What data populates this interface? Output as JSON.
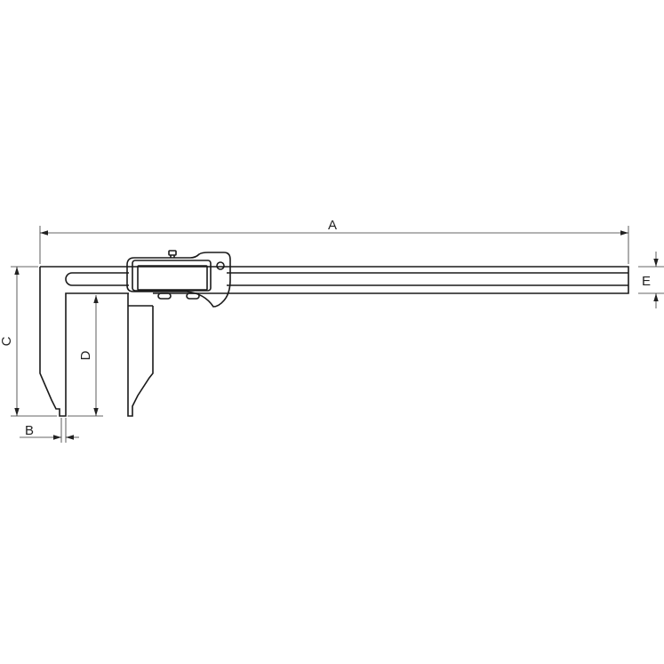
{
  "drawing": {
    "subject": "Digital caliper with long jaws",
    "dimension_labels": {
      "A": "A",
      "B": "B",
      "C": "C",
      "D": "D",
      "E": "E"
    },
    "colors": {
      "line": "#1a1a1a",
      "background": "#ffffff"
    }
  }
}
